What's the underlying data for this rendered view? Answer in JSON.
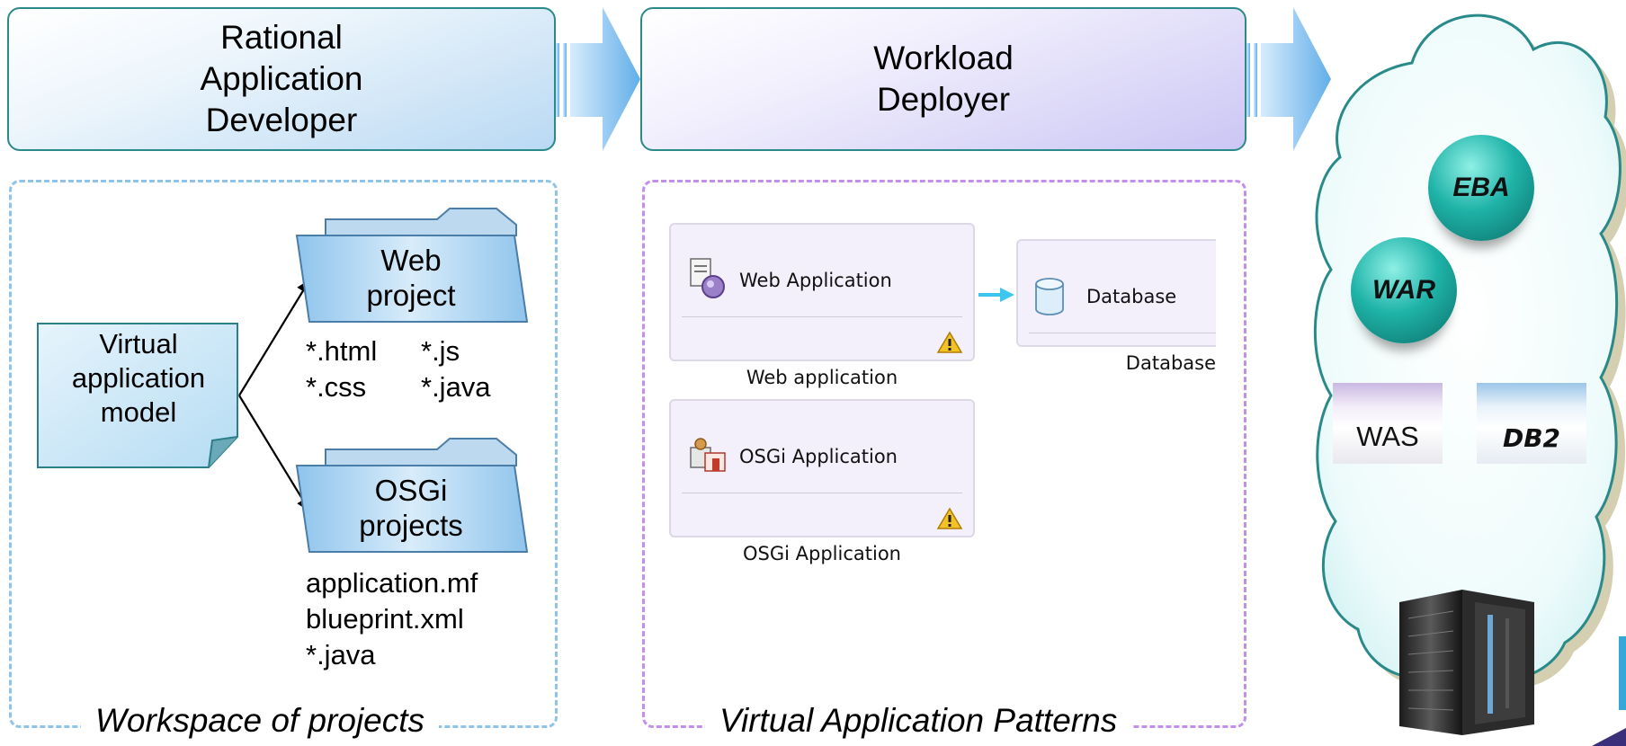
{
  "header": {
    "rad_title": "Rational\nApplication\nDeveloper",
    "wd_title": "Workload\nDeployer"
  },
  "workspace": {
    "caption": "Workspace of projects",
    "model_label": "Virtual\napplication\nmodel",
    "web_project": {
      "title": "Web\nproject",
      "files": [
        "*.html",
        "*.js",
        "*.css",
        "*.java"
      ]
    },
    "osgi_projects": {
      "title": "OSGi\nprojects",
      "files": [
        "application.mf",
        "blueprint.xml",
        "*.java"
      ]
    }
  },
  "patterns": {
    "caption": "Virtual Application Patterns",
    "web_app": {
      "label": "Web Application",
      "caption": "Web application"
    },
    "database": {
      "label": "Database",
      "caption": "Database"
    },
    "osgi_app": {
      "label": "OSGi Application",
      "caption": "OSGi Application"
    }
  },
  "cloud": {
    "eba": "EBA",
    "war": "WAR",
    "was": "WAS",
    "db2": "DB2"
  },
  "colors": {
    "header_border": "#2a8a8a",
    "workspace_dash": "#8ec3ea",
    "patterns_dash": "#c28fec",
    "flow_arrow": "#6fb3ec",
    "sphere": "#1fb3a8",
    "link_arrow": "#3cc7ee"
  }
}
